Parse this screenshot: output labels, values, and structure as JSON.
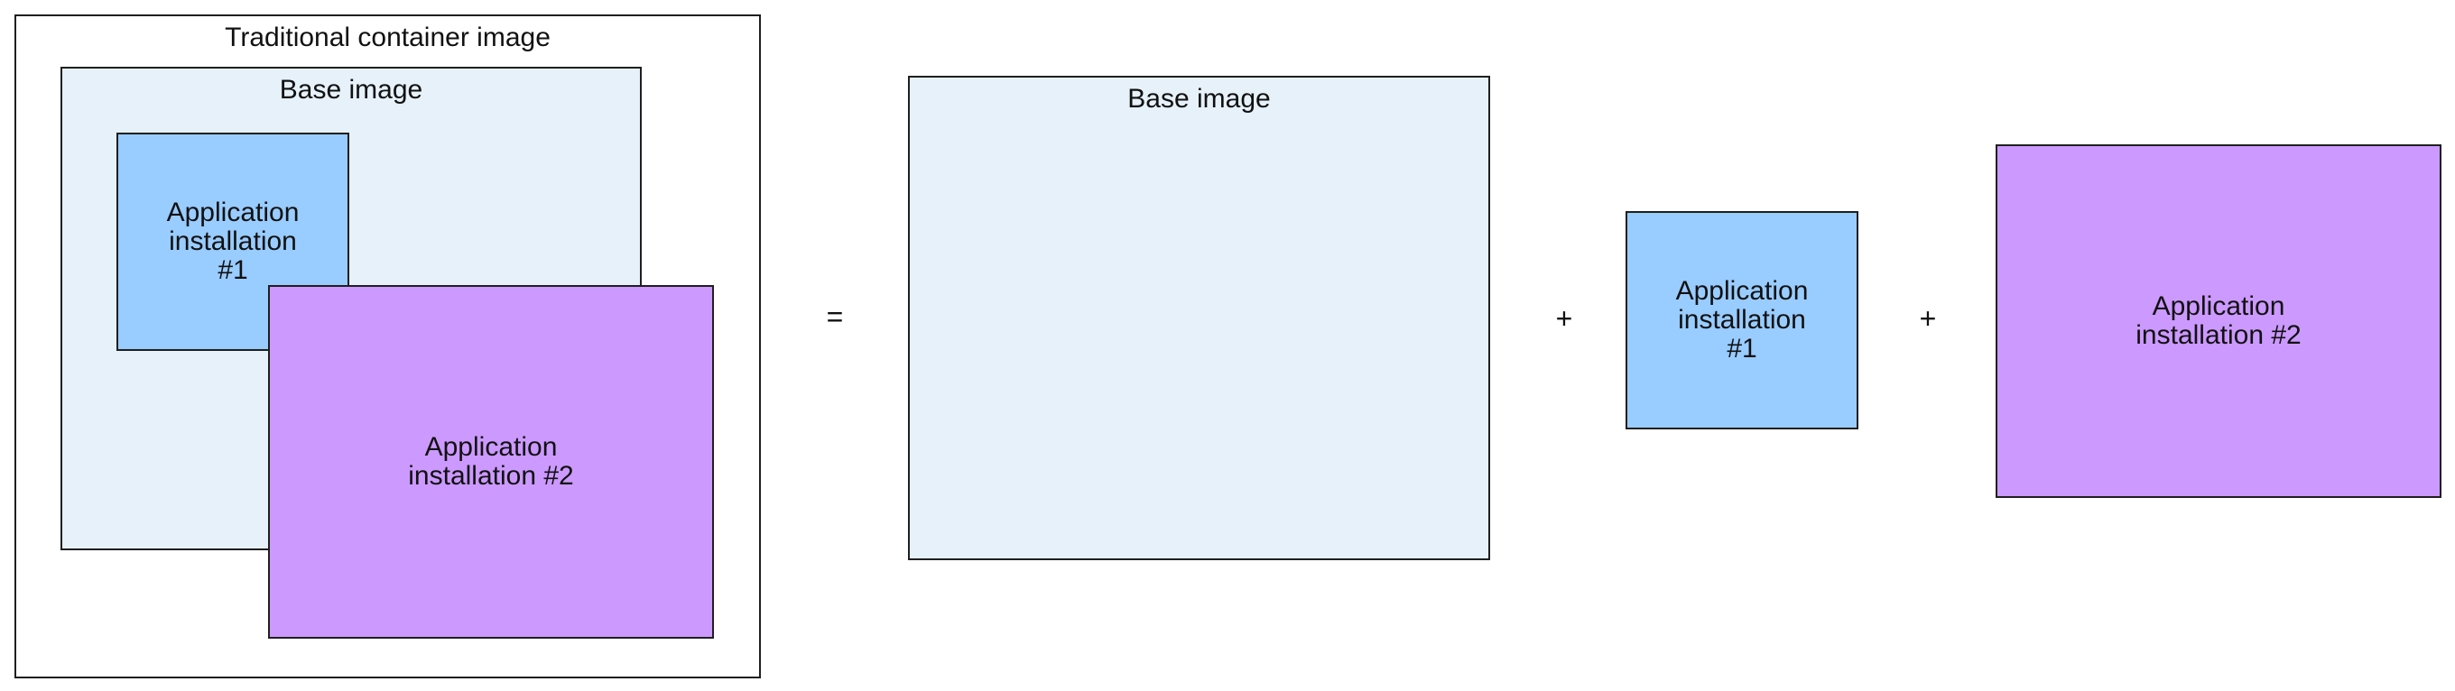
{
  "colors": {
    "base_fill": "#e6f1fa",
    "app1_fill": "#99ccff",
    "app2_fill": "#cc99ff",
    "outer_fill": "#ffffff",
    "border": "#1f1f1f"
  },
  "left": {
    "outer_label": "Traditional container image",
    "base_label": "Base image",
    "app1_label": "Application\ninstallation\n#1",
    "app2_label": "Application\ninstallation #2"
  },
  "operators": {
    "equals": "=",
    "plus_1": "+",
    "plus_2": "+"
  },
  "right": {
    "base_label": "Base image",
    "app1_label": "Application\ninstallation\n#1",
    "app2_label": "Application\ninstallation #2"
  }
}
